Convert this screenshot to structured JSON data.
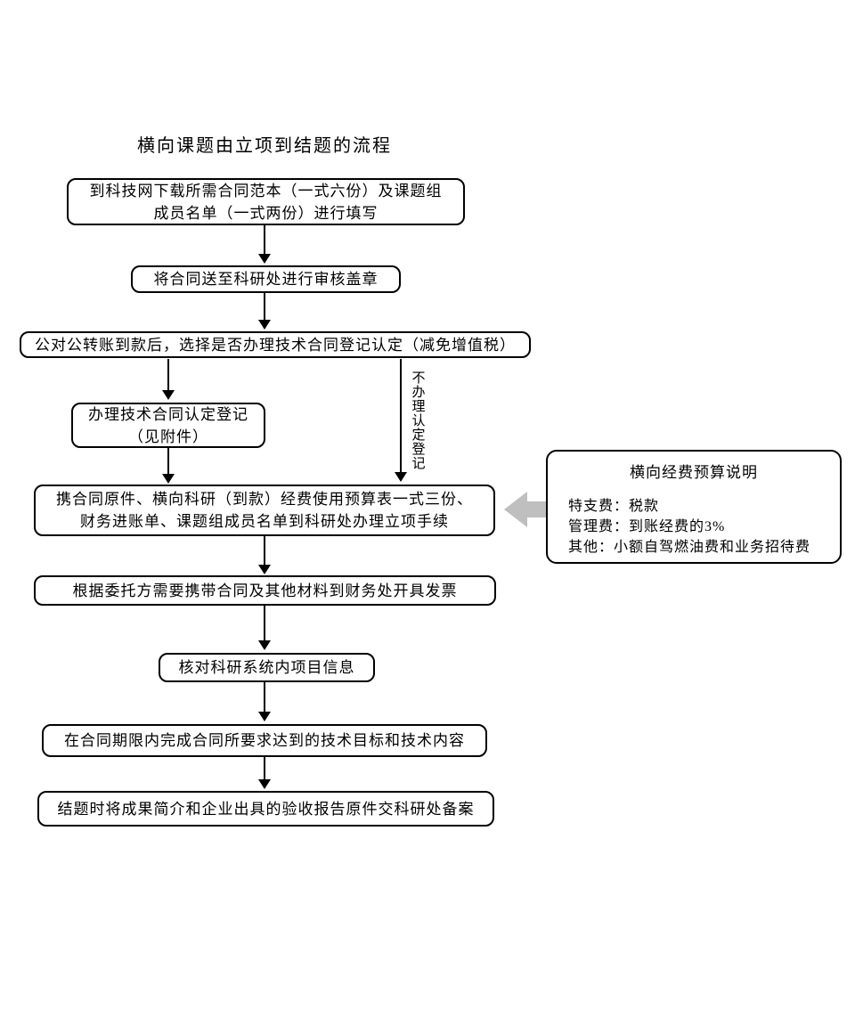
{
  "title": "横向课题由立项到结题的流程",
  "flow": {
    "boxes": [
      {
        "id": "download-template",
        "text": "到科技网下载所需合同范本（一式六份）及课题组\n成员名单（一式两份）进行填写"
      },
      {
        "id": "send-review-seal",
        "text": "将合同送至科研处进行审核盖章"
      },
      {
        "id": "payment-decision",
        "text": "公对公转账到款后，选择是否办理技术合同登记认定（减免增值税）"
      },
      {
        "id": "contract-registration",
        "text": "办理技术合同认定登记\n（见附件）"
      },
      {
        "id": "project-setup",
        "text": "携合同原件、横向科研（到款）经费使用预算表一式三份、\n财务进账单、课题组成员名单到科研处办理立项手续"
      },
      {
        "id": "issue-invoice",
        "text": "根据委托方需要携带合同及其他材料到财务处开具发票"
      },
      {
        "id": "verify-system-info",
        "text": "核对科研系统内项目信息"
      },
      {
        "id": "fulfill-contract",
        "text": "在合同期限内完成合同所要求达到的技术目标和技术内容"
      },
      {
        "id": "project-closeout",
        "text": "结题时将成果简介和企业出具的验收报告原件交科研处备案"
      }
    ],
    "branch_label": "不办理认定登记"
  },
  "note": {
    "title": "横向经费预算说明",
    "lines": [
      "特支费：税款",
      "管理费：到账经费的3%",
      "其他：小额自驾燃油费和业务招待费"
    ]
  },
  "colors": {
    "box_border": "#000000",
    "arrow": "#000000",
    "callout_arrow": "#bfbfbf",
    "background": "#ffffff"
  }
}
